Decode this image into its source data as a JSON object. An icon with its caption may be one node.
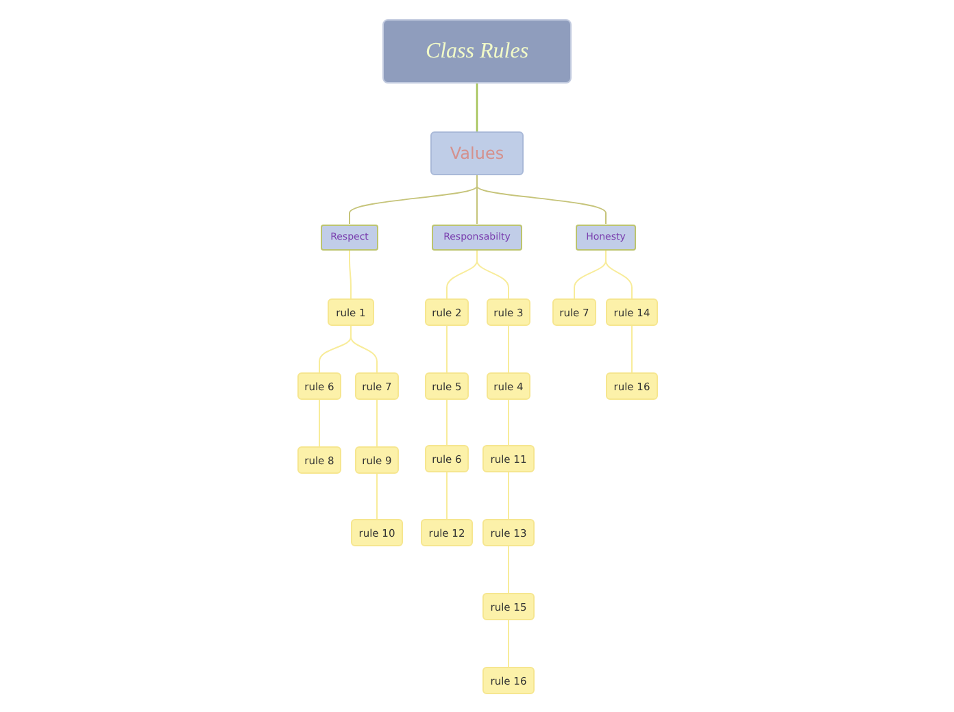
{
  "diagram": {
    "nodes": [
      {
        "text": [
          "Class Rules"
        ]
      },
      {
        "text": [
          "Values"
        ]
      },
      {
        "text": [
          "Respect"
        ]
      },
      {
        "text": [
          "Responsabilty"
        ]
      },
      {
        "text": [
          "Honesty"
        ]
      },
      {
        "text": [
          "rule 1"
        ]
      },
      {
        "text": [
          "rule 6"
        ]
      },
      {
        "text": [
          "rule 7"
        ]
      },
      {
        "text": [
          "rule 8"
        ]
      },
      {
        "text": [
          "rule 9"
        ]
      },
      {
        "text": [
          "rule 10"
        ]
      },
      {
        "text": [
          "rule 2"
        ]
      },
      {
        "text": [
          "rule 5"
        ]
      },
      {
        "text": [
          "rule 6"
        ]
      },
      {
        "text": [
          "rule 12"
        ]
      },
      {
        "text": [
          "rule 3"
        ]
      },
      {
        "text": [
          "rule 4"
        ]
      },
      {
        "text": [
          "rule 11"
        ]
      },
      {
        "text": [
          "rule 13"
        ]
      },
      {
        "text": [
          "rule 15"
        ]
      },
      {
        "text": [
          "rule 16"
        ]
      },
      {
        "text": [
          "rule 7"
        ]
      },
      {
        "text": [
          "rule 14"
        ]
      },
      {
        "text": [
          "rule 16"
        ]
      }
    ],
    "edges": [
      {
        "from": 0,
        "to": 1,
        "arrow": "none",
        "color": "#a6c45a"
      },
      {
        "from": 1,
        "to": 2,
        "arrow": "none",
        "color": "#c6c47a"
      },
      {
        "from": 1,
        "to": 3,
        "arrow": "none",
        "color": "#c6c47a"
      },
      {
        "from": 1,
        "to": 4,
        "arrow": "none",
        "color": "#c6c47a"
      },
      {
        "from": 2,
        "to": 5,
        "arrow": "none"
      },
      {
        "from": 5,
        "to": 6,
        "arrow": "none"
      },
      {
        "from": 5,
        "to": 7,
        "arrow": "none"
      },
      {
        "from": 6,
        "to": 8,
        "arrow": "none"
      },
      {
        "from": 7,
        "to": 9,
        "arrow": "none"
      },
      {
        "from": 9,
        "to": 10,
        "arrow": "none"
      },
      {
        "from": 3,
        "to": 11,
        "arrow": "none"
      },
      {
        "from": 11,
        "to": 12,
        "arrow": "none"
      },
      {
        "from": 12,
        "to": 13,
        "arrow": "none"
      },
      {
        "from": 13,
        "to": 14,
        "arrow": "none"
      },
      {
        "from": 3,
        "to": 15,
        "arrow": "none"
      },
      {
        "from": 15,
        "to": 16,
        "arrow": "none"
      },
      {
        "from": 16,
        "to": 17,
        "arrow": "none"
      },
      {
        "from": 17,
        "to": 18,
        "arrow": "none"
      },
      {
        "from": 18,
        "to": 19,
        "arrow": "none"
      },
      {
        "from": 19,
        "to": 20,
        "arrow": "none"
      },
      {
        "from": 4,
        "to": 21,
        "arrow": "none"
      },
      {
        "from": 4,
        "to": 22,
        "arrow": "none"
      },
      {
        "from": 22,
        "to": 23,
        "arrow": "none"
      }
    ]
  }
}
